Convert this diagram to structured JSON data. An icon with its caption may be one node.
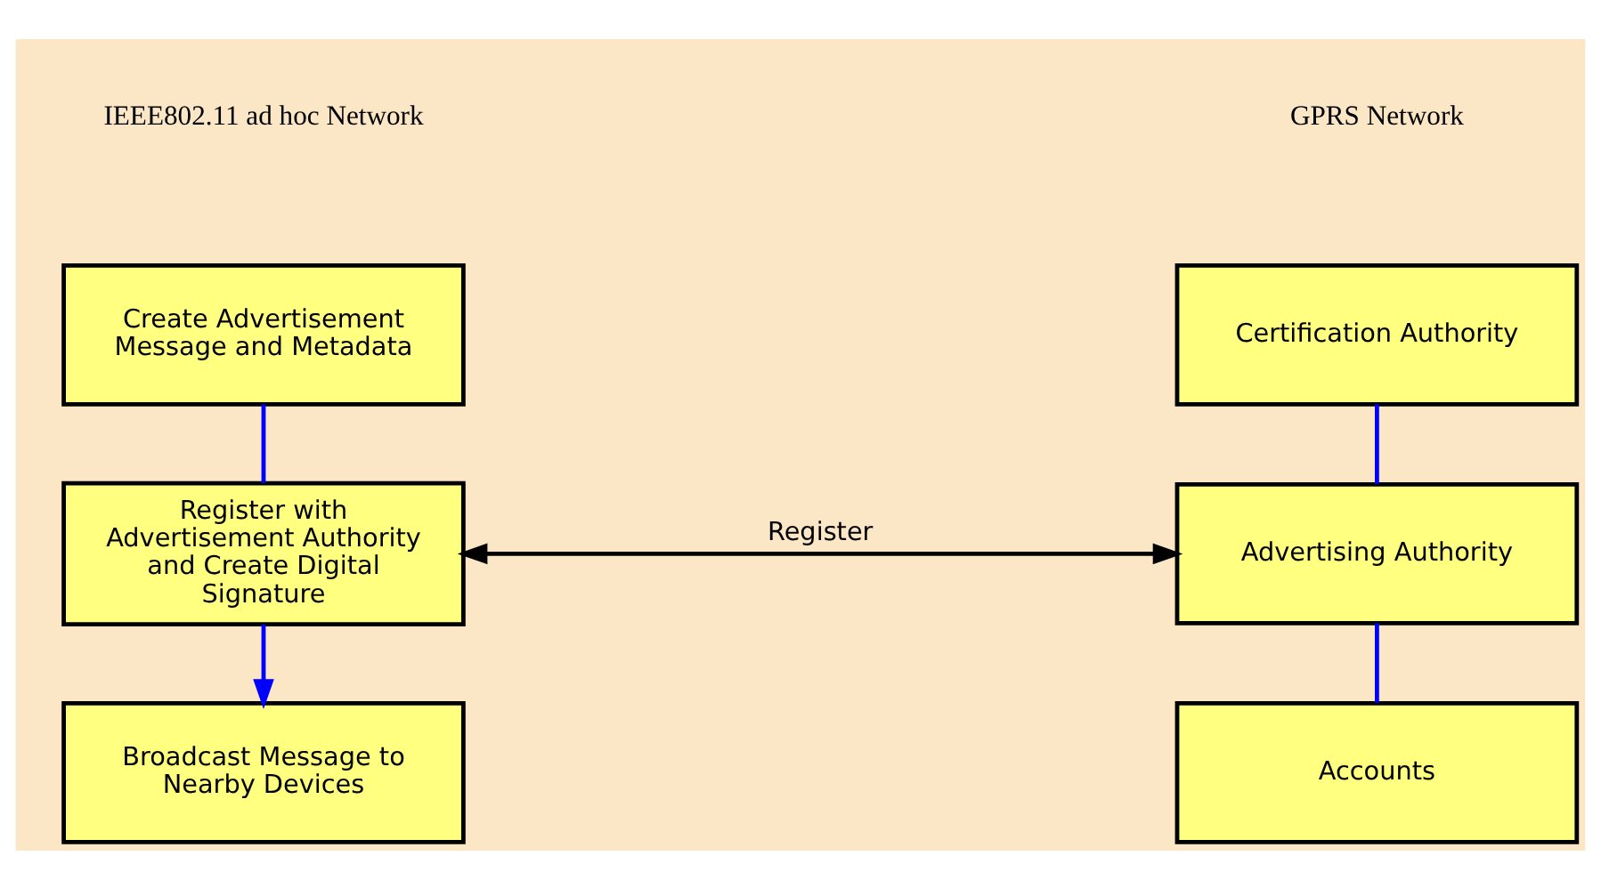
{
  "diagram": {
    "nodes": [
      {
        "text": [
          "Create Advertisement Message and Metadata"
        ]
      },
      {
        "text": [
          "Register with Advertisement Authority and Create Digital Signature"
        ]
      },
      {
        "text": [
          "Broadcast Message to Nearby Devices"
        ]
      },
      {
        "text": [
          "Certification Authority"
        ]
      },
      {
        "text": [
          "Advertising Authority"
        ]
      },
      {
        "text": [
          "Accounts"
        ]
      }
    ],
    "edges": [
      {
        "from": 0,
        "to": 1,
        "arrow": "none"
      },
      {
        "from": 1,
        "to": 2,
        "arrow": "to"
      },
      {
        "from": 1,
        "to": 4,
        "arrow": "both",
        "label": "Register",
        "color": "#000000"
      },
      {
        "from": 3,
        "to": 4,
        "arrow": "none"
      },
      {
        "from": 4,
        "to": 5,
        "arrow": "none"
      }
    ],
    "labels": [
      "IEEE802.11 ad hoc Network",
      "GPRS Network"
    ]
  }
}
